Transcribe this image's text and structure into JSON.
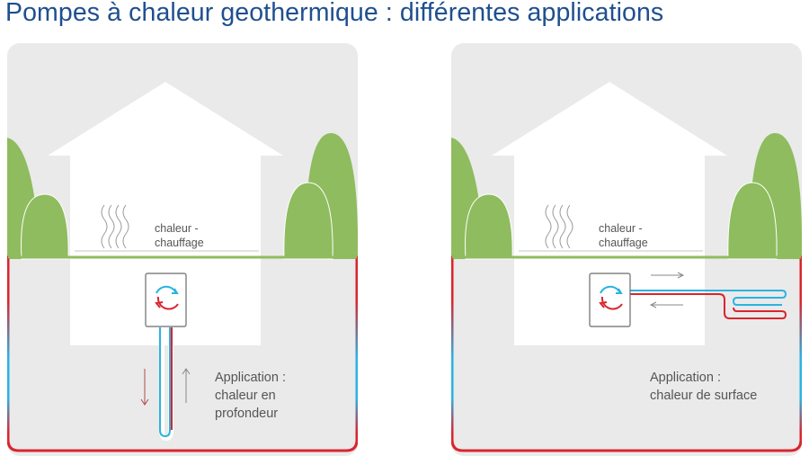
{
  "title": "Pompes à chaleur geothermique : différentes applications",
  "panels": [
    {
      "heat_label_1": "chaleur -",
      "heat_label_2": "chauffage",
      "app_line_1": "Application :",
      "app_line_2": "chaleur en",
      "app_line_3": "profondeur"
    },
    {
      "heat_label_1": "chaleur -",
      "heat_label_2": "chauffage",
      "app_line_1": "Application :",
      "app_line_2": "chaleur de surface"
    }
  ],
  "colors": {
    "title": "#1f4f8f",
    "panel_bg": "#eaeaea",
    "house": "#ffffff",
    "tree": "#8fbc5e",
    "ground_line": "#8fbc5e",
    "hot": "#d9252e",
    "cold": "#2bb3e3",
    "text": "#555555"
  },
  "icons": [
    "heat-pump-cycle-icon",
    "heat-wave-icon",
    "arrow-down-icon",
    "arrow-up-icon",
    "arrow-right-icon",
    "arrow-left-icon"
  ]
}
